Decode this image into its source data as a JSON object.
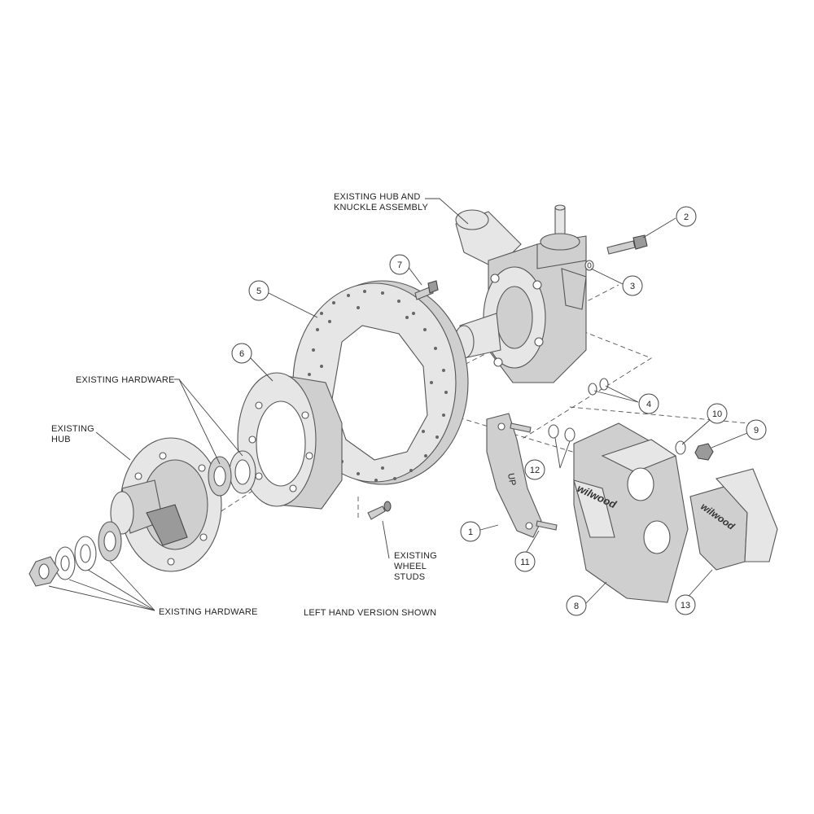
{
  "labels": {
    "existing_hub_and_knuckle_1": "EXISTING HUB AND",
    "existing_hub_and_knuckle_2": "KNUCKLE ASSEMBLY",
    "existing_hardware_top": "EXISTING HARDWARE",
    "existing_hub_1": "EXISTING",
    "existing_hub_2": "HUB",
    "existing_hardware_bottom": "EXISTING HARDWARE",
    "existing_wheel_studs_1": "EXISTING",
    "existing_wheel_studs_2": "WHEEL",
    "existing_wheel_studs_3": "STUDS",
    "version_note": "LEFT HAND VERSION SHOWN"
  },
  "callouts": [
    "1",
    "2",
    "3",
    "4",
    "5",
    "6",
    "7",
    "8",
    "9",
    "10",
    "11",
    "12",
    "13"
  ],
  "part_text": {
    "caliper_brand": "wilwood",
    "pad_brand": "wilwood",
    "bracket_mark": "UP"
  }
}
